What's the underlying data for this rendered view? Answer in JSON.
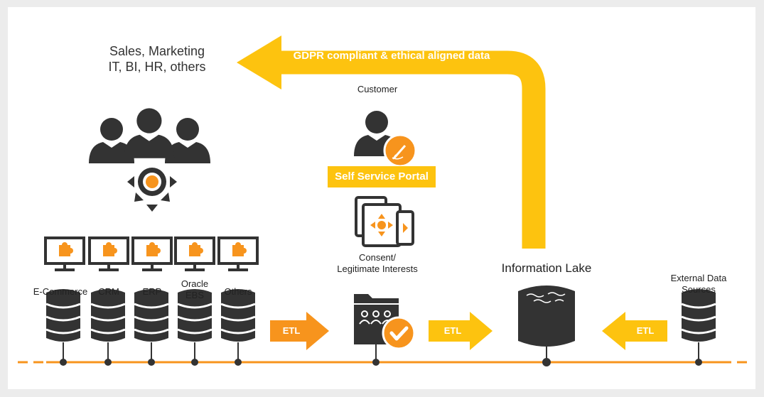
{
  "banner": {
    "arrow_text": "GDPR compliant & ethical aligned data"
  },
  "consumers": {
    "line1": "Sales, Marketing",
    "line2": "IT, BI, HR, others"
  },
  "customer": {
    "label": "Customer",
    "portal_label": "Self Service Portal"
  },
  "consent": {
    "line1": "Consent/",
    "line2": "Legitimate Interests"
  },
  "lake": {
    "label": "Information Lake"
  },
  "external": {
    "line1": "External Data",
    "line2": "Sources"
  },
  "sources": [
    {
      "label": "E-Commerce"
    },
    {
      "label": "CRM"
    },
    {
      "label": "ERP"
    },
    {
      "label_line1": "Oracle",
      "label_line2": "EBS"
    },
    {
      "label": "Others"
    }
  ],
  "etl": {
    "arrow1": "ETL",
    "arrow2": "ETL",
    "arrow3": "ETL"
  },
  "colors": {
    "accent_orange": "#f7941d",
    "accent_yellow": "#fdc30f",
    "icon_dark": "#333333",
    "line_dashed": "#f7941d"
  },
  "icons": [
    "people-group-icon",
    "distribution-icon",
    "monitor-puzzle-icon",
    "database-icon",
    "user-icon",
    "edit-pen-icon",
    "devices-icon",
    "folder-people-icon",
    "checkmark-icon",
    "data-lake-icon"
  ]
}
